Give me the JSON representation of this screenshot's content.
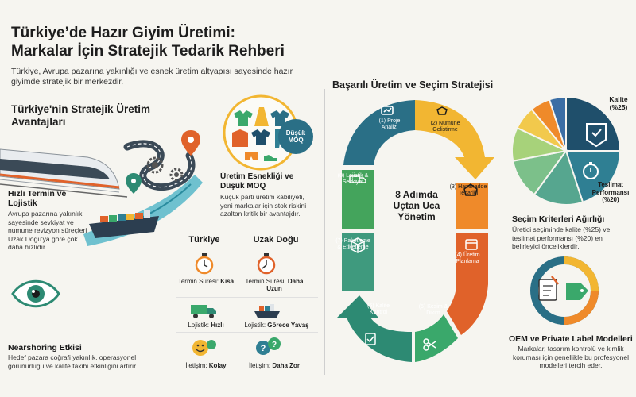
{
  "header": {
    "title_line1": "Türkiye’de Hazır Giyim Üretimi:",
    "title_line2": "Markalar İçin Stratejik Tedarik Rehberi",
    "subtitle": "Türkiye, Avrupa pazarına yakınlığı ve esnek üretim altyapısı sayesinde hazır giyimde stratejik bir merkezdir."
  },
  "advantages": {
    "heading": "Türkiye'nin Stratejik Üretim Avantajları",
    "fast_title": "Hızlı Termin ve Lojistik",
    "fast_text": "Avrupa pazarına yakınlık sayesinde sevkiyat ve numune revizyon süreçleri Uzak Doğu'ya göre çok daha hızlıdır.",
    "flex_title": "Üretim Esnekliği ve Düşük MOQ",
    "flex_text": "Küçük parti üretim kabiliyeti, yeni markalar için stok riskini azaltan kritik bir avantajdır.",
    "moq_badge_line1": "Düşük",
    "moq_badge_line2": "MOQ",
    "near_title": "Nearshoring Etkisi",
    "near_text": "Hedef pazara coğrafi yakınlık, operasyonel görünürlüğü ve kalite takibi etkinliğini artırır."
  },
  "comparison": {
    "col_left": "Türkiye",
    "col_right": "Uzak Doğu",
    "rows": [
      {
        "left_label": "Termin Süresi:",
        "left_value": "Kısa",
        "right_label": "Termin Süresi:",
        "right_value": "Daha Uzun"
      },
      {
        "left_label": "Lojistik:",
        "left_value": "Hızlı",
        "right_label": "Lojistik:",
        "right_value": "Görece Yavaş"
      },
      {
        "left_label": "İletişim:",
        "left_value": "Kolay",
        "right_label": "İletişim:",
        "right_value": "Daha Zor"
      }
    ]
  },
  "strategy": {
    "heading": "Başarılı Üretim ve Seçim Stratejisi",
    "center_line1": "8 Adımda",
    "center_line2": "Uçtan Uca",
    "center_line3": "Yönetim",
    "steps": [
      {
        "line1": "(1) Proje",
        "line2": "Analizi",
        "color": "#2a6f86"
      },
      {
        "line1": "(2) Numune",
        "line2": "Geliştirme",
        "color": "#f2b632"
      },
      {
        "line1": "(3) Hammadde",
        "line2": "Tedariği",
        "color": "#ef8a2a"
      },
      {
        "line1": "(4) Üretim",
        "line2": "Planlama",
        "color": "#e0622a"
      },
      {
        "line1": "(5) Kesim &",
        "line2": "Dikim",
        "color": "#3aa86b"
      },
      {
        "line1": "(6) Kalite",
        "line2": "Kontrol",
        "color": "#2d8a73"
      },
      {
        "line1": "(7) Paketleme",
        "line2": "& Etiketleme",
        "color": "#3f9a7e"
      },
      {
        "line1": "(8) Lojistik &",
        "line2": "Sevkiyat",
        "color": "#44a45c"
      }
    ]
  },
  "criteria": {
    "heading": "Seçim Kriterleri Ağırlığı",
    "text": "Üretici seçiminde kalite (%25) ve teslimat performansı (%20) en belirleyici önceliklerdir.",
    "label_quality_1": "Kalite",
    "label_quality_2": "(%25)",
    "label_delivery_1": "Teslimat",
    "label_delivery_2": "Performansı",
    "label_delivery_3": "(%20)",
    "slices": [
      {
        "value": 25,
        "color": "#1f4f6b"
      },
      {
        "value": 20,
        "color": "#2f7f93"
      },
      {
        "value": 15,
        "color": "#56a68f"
      },
      {
        "value": 12,
        "color": "#7cc08a"
      },
      {
        "value": 10,
        "color": "#a7d27a"
      },
      {
        "value": 7,
        "color": "#f2c94c"
      },
      {
        "value": 6,
        "color": "#ef8a2a"
      },
      {
        "value": 5,
        "color": "#3b6ea5"
      }
    ]
  },
  "oem": {
    "heading": "OEM ve Private Label Modelleri",
    "text": "Markalar, tasarım kontrolü ve kimlik koruması için genellikle bu profesyonel modelleri tercih eder."
  }
}
